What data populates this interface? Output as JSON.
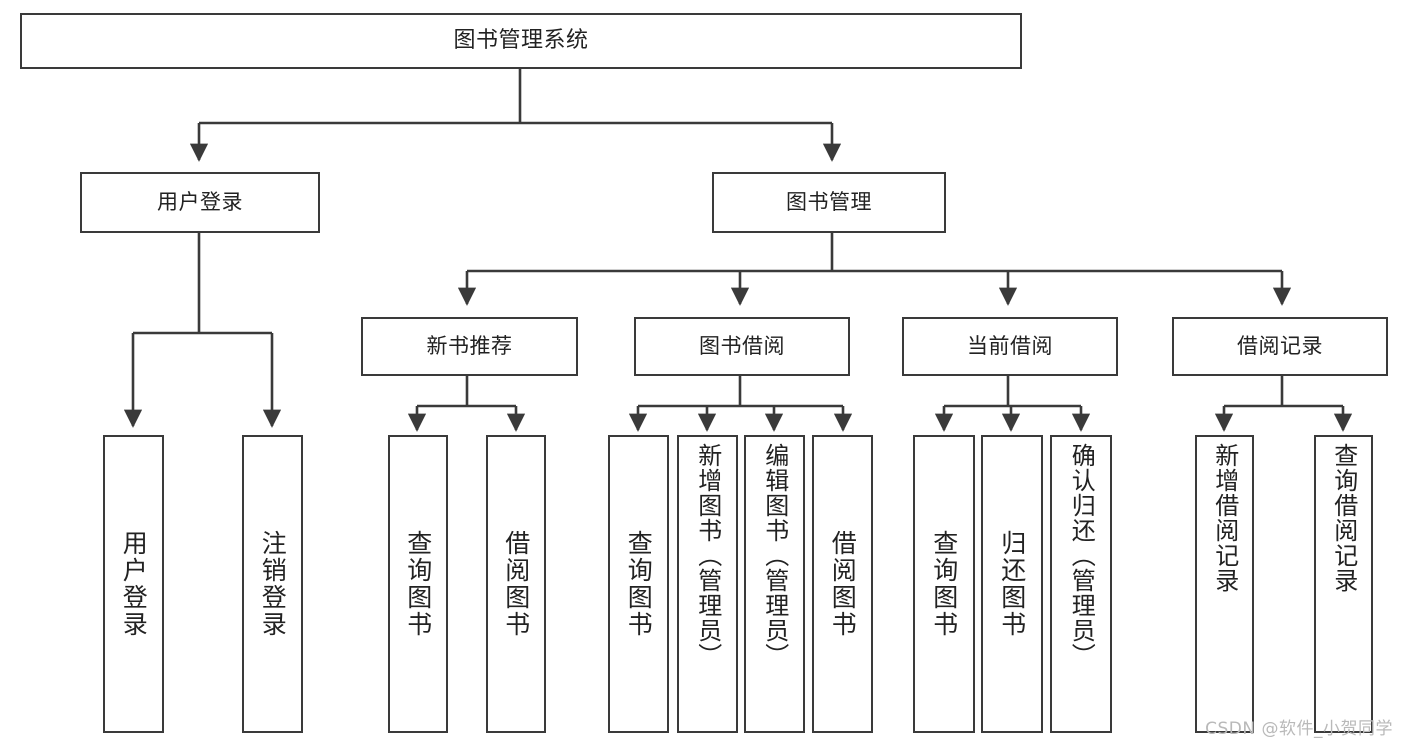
{
  "diagram": {
    "title": "图书管理系统",
    "watermark": "CSDN @软件_小贺同学",
    "accent_color": "#3a3a3a",
    "background_color": "#ffffff",
    "text_color": "#222222",
    "root": {
      "label": "图书管理系统"
    },
    "level1": [
      {
        "label": "用户登录"
      },
      {
        "label": "图书管理"
      }
    ],
    "level2": [
      {
        "label": "新书推荐"
      },
      {
        "label": "图书借阅"
      },
      {
        "label": "当前借阅"
      },
      {
        "label": "借阅记录"
      }
    ],
    "leaves": {
      "user_login": [
        {
          "label": "用户登录"
        },
        {
          "label": "注销登录"
        }
      ],
      "new_book_recommend": [
        {
          "label": "查询图书"
        },
        {
          "label": "借阅图书"
        }
      ],
      "book_borrow": [
        {
          "label": "查询图书"
        },
        {
          "label": "新增图书（管理员）"
        },
        {
          "label": "编辑图书（管理员）"
        },
        {
          "label": "借阅图书"
        }
      ],
      "current_borrow": [
        {
          "label": "查询图书"
        },
        {
          "label": "归还图书"
        },
        {
          "label": "确认归还（管理员）"
        }
      ],
      "borrow_record": [
        {
          "label": "新增借阅记录"
        },
        {
          "label": "查询借阅记录"
        }
      ]
    }
  }
}
